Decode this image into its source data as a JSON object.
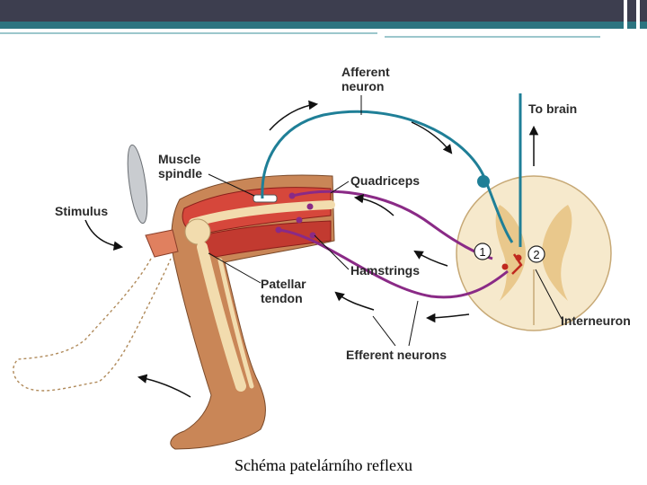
{
  "header": {
    "bar_color": "#3d3e4f",
    "accent_color": "#2c7480"
  },
  "diagram": {
    "labels": {
      "afferent_neuron": "Afferent\nneuron",
      "to_brain": "To brain",
      "muscle_spindle": "Muscle\nspindle",
      "quadriceps": "Quadriceps",
      "stimulus": "Stimulus",
      "hamstrings": "Hamstrings",
      "patellar_tendon": "Patellar\ntendon",
      "interneuron": "Interneuron",
      "efferent_neurons": "Efferent neurons"
    },
    "markers": {
      "one": "1",
      "two": "2"
    },
    "colors": {
      "afferent": "#1f7f97",
      "efferent": "#8a2a86",
      "interneuron": "#c0281e",
      "skin": "#c98657",
      "muscle": "#d6473b",
      "bone": "#f2dcae",
      "spinal_white": "#f6e9cc",
      "spinal_gray": "#e9c88c"
    }
  },
  "caption": "Schéma patelárního reflexu"
}
